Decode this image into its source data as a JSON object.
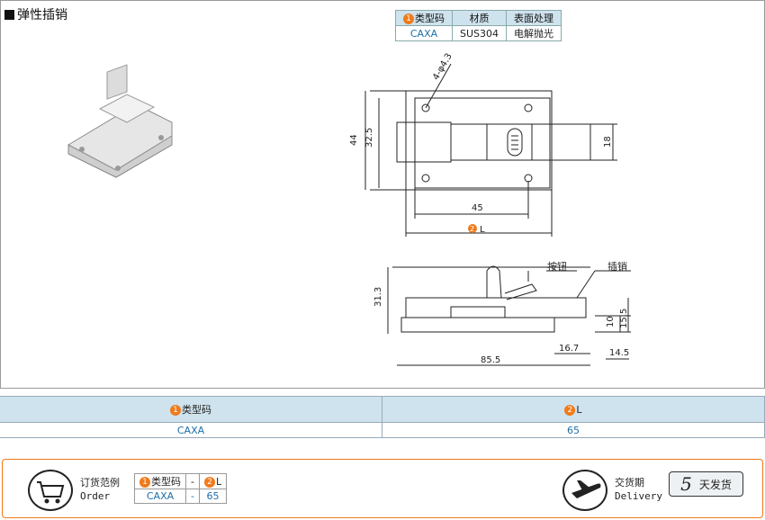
{
  "title": "弹性插销",
  "spec_table": {
    "headers": [
      "类型码",
      "材质",
      "表面处理"
    ],
    "header_num": "1",
    "row": [
      "CAXA",
      "SUS304",
      "电解抛光"
    ]
  },
  "dimensions": {
    "hole": "4-φ4.3",
    "d44": "44",
    "d32_5": "32.5",
    "d18": "18",
    "d45": "45",
    "L_label": "L",
    "L_num": "2",
    "d31_3": "31.3",
    "d10": "10",
    "d15_5": "15.5",
    "d16_7": "16.7",
    "d85_5": "85.5",
    "d14_5": "14.5",
    "button_label": "按钮",
    "pin_label": "插销"
  },
  "mid_table": {
    "col1_num": "1",
    "col1": "类型码",
    "col2_num": "2",
    "col2": "L",
    "val1": "CAXA",
    "val2": "65"
  },
  "order": {
    "label_cn": "订货范例",
    "label_en": "Order",
    "h1_num": "1",
    "h1": "类型码",
    "h_sep": "-",
    "h2_num": "2",
    "h2": "L",
    "v1": "CAXA",
    "v_sep": "-",
    "v2": "65"
  },
  "delivery": {
    "label_cn": "交货期",
    "label_en": "Delivery",
    "days": "5",
    "text": "天发货"
  },
  "colors": {
    "accent": "#f07a1a",
    "header_bg": "#cfe3ee",
    "value_blue": "#1f6fa8"
  }
}
